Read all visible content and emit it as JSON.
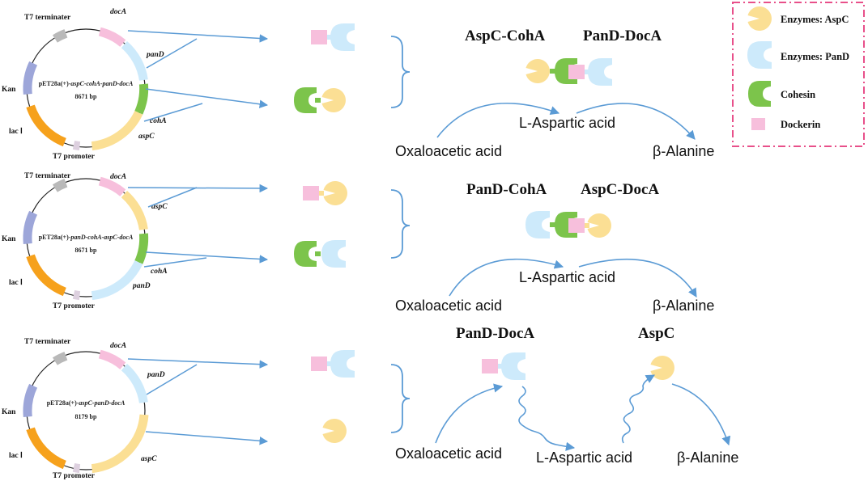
{
  "colors": {
    "aspc": "#fbdf94",
    "pand": "#cdeafb",
    "cohesin": "#7cc44b",
    "dockerin": "#f7bfdc",
    "docA": "#f7bfdc",
    "kan": "#9da6d9",
    "lacI": "#f6a11c",
    "t7term": "#b9b9b9",
    "t7prom": "#ddd0df",
    "arrow": "#5b9bd5",
    "legend_border": "#e8508a"
  },
  "icons": [
    "aspc-enzyme-icon",
    "pand-enzyme-icon",
    "cohesin-icon",
    "dockerin-icon"
  ],
  "legend": {
    "aspc": "Enzymes: AspC",
    "pand": "Enzymes: PanD",
    "cohesin": "Cohesin",
    "dockerin": "Dockerin"
  },
  "plasmids": [
    {
      "t7_terminator": "T7 terminater",
      "t7_promoter": "T7 promoter",
      "kan": "Kan",
      "lac": "lac Ⅰ",
      "name_prefix": "pET28a(+)-",
      "name_suffix": "aspC-cohA-panD-docA",
      "size": "8671 bp",
      "genes": [
        "docA",
        "panD",
        "cohA",
        "aspC"
      ]
    },
    {
      "t7_terminator": "T7 terminater",
      "t7_promoter": "T7 promoter",
      "kan": "Kan",
      "lac": "lac Ⅰ",
      "name_prefix": "pET28a(+)-",
      "name_suffix": "panD-cohA-aspC-docA",
      "size": "8671 bp",
      "genes": [
        "docA",
        "aspC",
        "cohA",
        "panD"
      ]
    },
    {
      "t7_terminator": "T7 terminater",
      "t7_promoter": "T7 promoter",
      "kan": "Kan",
      "lac": "lac Ⅰ",
      "name_prefix": "pET28a(+)-",
      "name_suffix": "aspC-panD-docA",
      "size": "8179 bp",
      "genes": [
        "docA",
        "panD",
        "aspC"
      ]
    }
  ],
  "complexes": [
    {
      "left": "AspC-CohA",
      "right": "PanD-DocA"
    },
    {
      "left": "PanD-CohA",
      "right": "AspC-DocA"
    },
    {
      "left": "PanD-DocA",
      "right": "AspC"
    }
  ],
  "metabolites": {
    "substrate": "Oxaloacetic acid",
    "intermediate": "L-Aspartic acid",
    "product": "β-Alanine"
  }
}
